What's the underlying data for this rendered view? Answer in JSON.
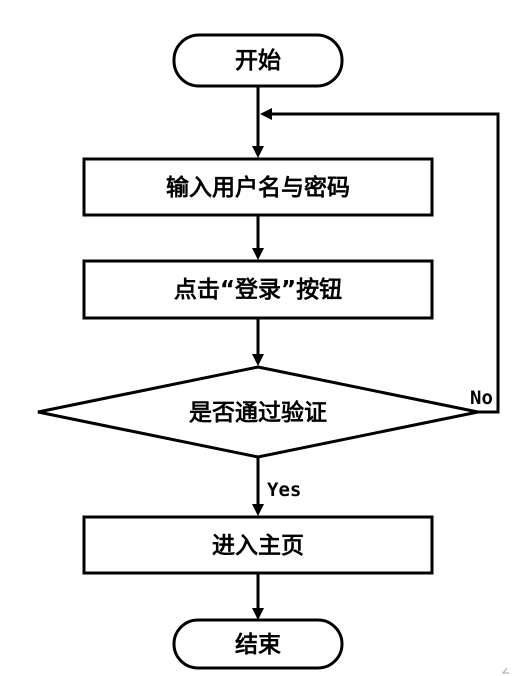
{
  "flowchart": {
    "nodes": {
      "start": "开始",
      "input_credentials": "输入用户名与密码",
      "click_login": "点击“登录”按钮",
      "decision": "是否通过验证",
      "enter_home": "进入主页",
      "end": "结束"
    },
    "edges": {
      "yes_label": "Yes",
      "no_label": "No"
    }
  }
}
